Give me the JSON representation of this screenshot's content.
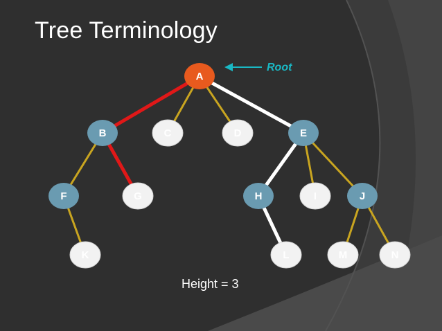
{
  "title": "Tree Terminology",
  "root_annotation": "Root",
  "height_caption": "Height = 3",
  "colors": {
    "background": "#2f2f2f",
    "root_node": "#e85a1e",
    "internal_node": "#6a9bb1",
    "leaf_node": "#f2f2f2",
    "edge_default": "#c9a520",
    "edge_height_path": "#e01818",
    "edge_deep_path": "#ffffff",
    "annotation": "#1ab8c4"
  },
  "nodes": [
    {
      "id": "A",
      "label": "A",
      "kind": "root"
    },
    {
      "id": "B",
      "label": "B",
      "kind": "internal"
    },
    {
      "id": "C",
      "label": "C",
      "kind": "leaf"
    },
    {
      "id": "D",
      "label": "D",
      "kind": "leaf"
    },
    {
      "id": "E",
      "label": "E",
      "kind": "internal"
    },
    {
      "id": "F",
      "label": "F",
      "kind": "internal"
    },
    {
      "id": "G",
      "label": "G",
      "kind": "leaf"
    },
    {
      "id": "H",
      "label": "H",
      "kind": "internal"
    },
    {
      "id": "I",
      "label": "I",
      "kind": "leaf"
    },
    {
      "id": "J",
      "label": "J",
      "kind": "internal"
    },
    {
      "id": "K",
      "label": "K",
      "kind": "leaf"
    },
    {
      "id": "L",
      "label": "L",
      "kind": "leaf"
    },
    {
      "id": "M",
      "label": "M",
      "kind": "leaf"
    },
    {
      "id": "N",
      "label": "N",
      "kind": "leaf"
    }
  ],
  "edges": [
    {
      "from": "A",
      "to": "B",
      "style": "height_path"
    },
    {
      "from": "A",
      "to": "C",
      "style": "default"
    },
    {
      "from": "A",
      "to": "D",
      "style": "default"
    },
    {
      "from": "A",
      "to": "E",
      "style": "deep_path"
    },
    {
      "from": "B",
      "to": "F",
      "style": "default"
    },
    {
      "from": "B",
      "to": "G",
      "style": "height_path"
    },
    {
      "from": "F",
      "to": "K",
      "style": "default"
    },
    {
      "from": "E",
      "to": "H",
      "style": "deep_path"
    },
    {
      "from": "E",
      "to": "I",
      "style": "default"
    },
    {
      "from": "E",
      "to": "J",
      "style": "default"
    },
    {
      "from": "H",
      "to": "L",
      "style": "deep_path"
    },
    {
      "from": "J",
      "to": "M",
      "style": "default"
    },
    {
      "from": "J",
      "to": "N",
      "style": "default"
    }
  ]
}
